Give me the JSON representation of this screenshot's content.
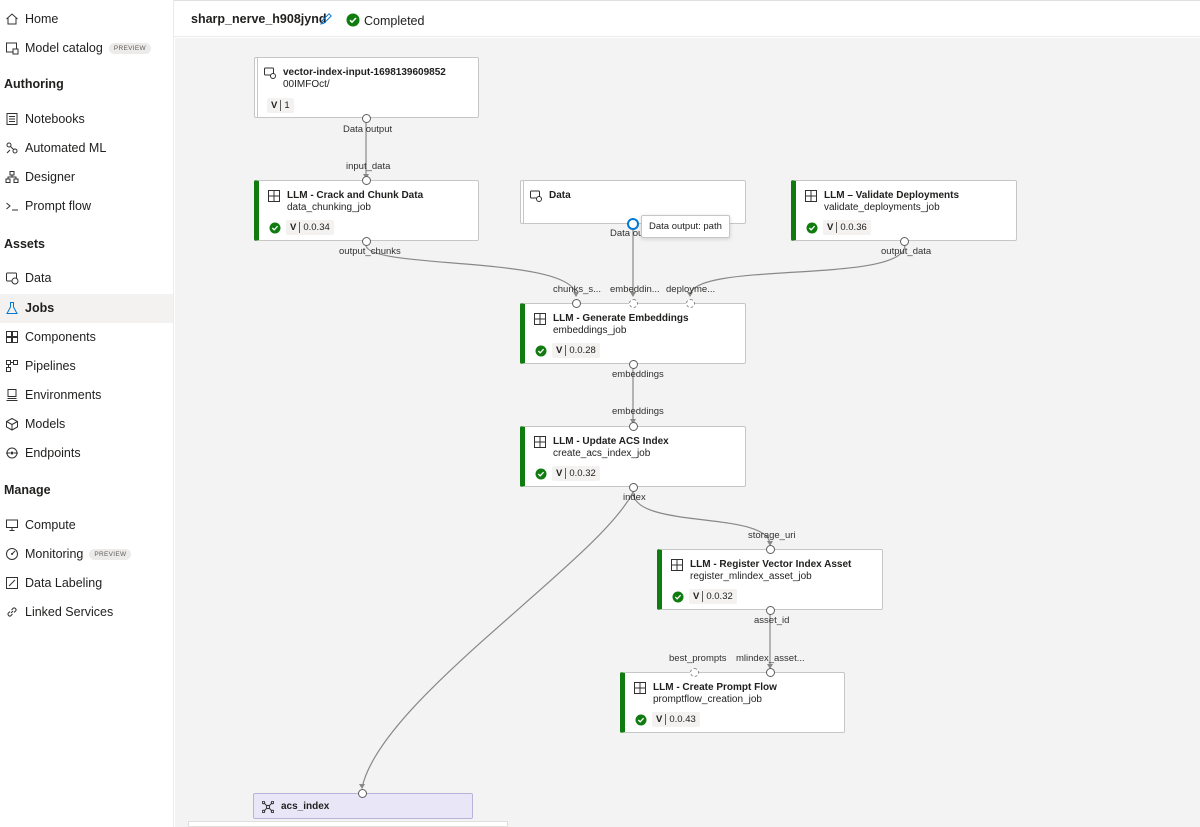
{
  "sidebar": {
    "items": [
      {
        "key": "home",
        "label": "Home"
      },
      {
        "key": "model-catalog",
        "label": "Model catalog",
        "badge": "PREVIEW"
      },
      {
        "key": "notebooks",
        "label": "Notebooks"
      },
      {
        "key": "automated-ml",
        "label": "Automated ML"
      },
      {
        "key": "designer",
        "label": "Designer"
      },
      {
        "key": "prompt-flow",
        "label": "Prompt flow"
      },
      {
        "key": "data",
        "label": "Data"
      },
      {
        "key": "jobs",
        "label": "Jobs"
      },
      {
        "key": "components",
        "label": "Components"
      },
      {
        "key": "pipelines",
        "label": "Pipelines"
      },
      {
        "key": "environments",
        "label": "Environments"
      },
      {
        "key": "models",
        "label": "Models"
      },
      {
        "key": "endpoints",
        "label": "Endpoints"
      },
      {
        "key": "compute",
        "label": "Compute"
      },
      {
        "key": "monitoring",
        "label": "Monitoring",
        "badge": "PREVIEW"
      },
      {
        "key": "data-labeling",
        "label": "Data Labeling"
      },
      {
        "key": "linked-services",
        "label": "Linked Services"
      }
    ],
    "sections": {
      "authoring": "Authoring",
      "assets": "Assets",
      "manage": "Manage"
    },
    "active": "Jobs"
  },
  "header": {
    "job_name": "sharp_nerve_h908jynd",
    "status": "Completed"
  },
  "nodes": {
    "vector_input": {
      "title": "vector-index-input-1698139609852",
      "subtitle": "00IMFOct/",
      "version_label": "V",
      "version": "1",
      "port_out": "Data output"
    },
    "crack_chunk": {
      "title": "LLM - Crack and Chunk Data",
      "subtitle": "data_chunking_job",
      "version_label": "V",
      "version": "0.0.34",
      "port_in": "input_data",
      "port_out": "output_chunks"
    },
    "data": {
      "title": "Data",
      "port_out": "Data ou"
    },
    "validate": {
      "title": "LLM – Validate Deployments",
      "subtitle": "validate_deployments_job",
      "version_label": "V",
      "version": "0.0.36",
      "port_out": "output_data"
    },
    "generate": {
      "title": "LLM - Generate Embeddings",
      "subtitle": "embeddings_job",
      "version_label": "V",
      "version": "0.0.28",
      "port_in_1": "chunks_s...",
      "port_in_2": "embeddin...",
      "port_in_3": "deployme...",
      "port_out": "embeddings"
    },
    "update_acs": {
      "title": "LLM - Update ACS Index",
      "subtitle": "create_acs_index_job",
      "version_label": "V",
      "version": "0.0.32",
      "port_in": "embeddings",
      "port_out": "index"
    },
    "register": {
      "title": "LLM - Register Vector Index Asset",
      "subtitle": "register_mlindex_asset_job",
      "version_label": "V",
      "version": "0.0.32",
      "port_in": "storage_uri",
      "port_out": "asset_id"
    },
    "prompt_flow": {
      "title": "LLM - Create Prompt Flow",
      "subtitle": "promptflow_creation_job",
      "version_label": "V",
      "version": "0.0.43",
      "port_in_1": "best_prompts",
      "port_in_2": "mlindex_asset..."
    },
    "acs_index": {
      "title": "acs_index"
    }
  },
  "tooltip": "Data output: path",
  "colors": {
    "success": "#107c10",
    "accent": "#0078d4",
    "canvas": "#f3f3f3",
    "output_node": "#e8e6f7"
  }
}
